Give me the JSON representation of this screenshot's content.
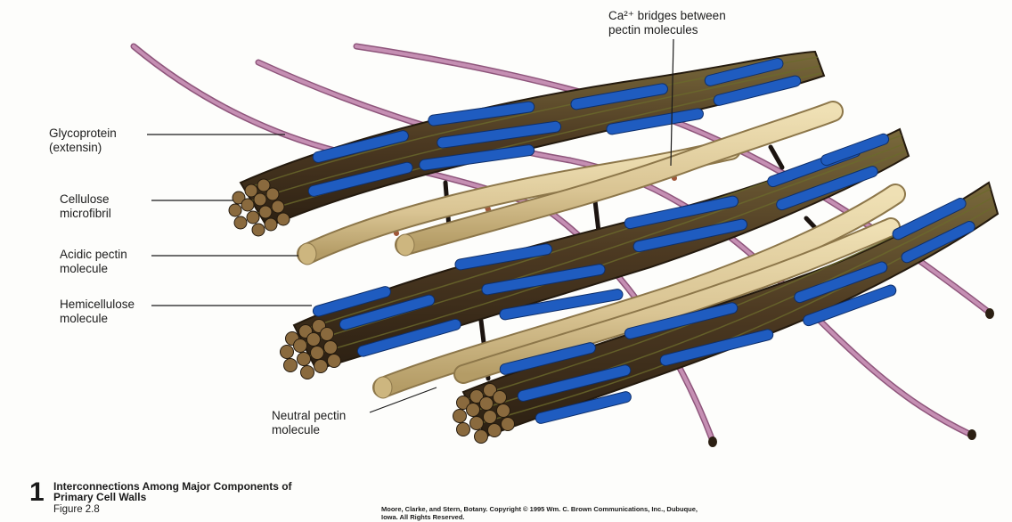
{
  "labels": {
    "glycoprotein": [
      "Glycoprotein",
      "(extensin)"
    ],
    "cellulose": [
      "Cellulose",
      "microfibril"
    ],
    "acidic_pectin": [
      "Acidic pectin",
      "molecule"
    ],
    "hemicellulose": [
      "Hemicellulose",
      "molecule"
    ],
    "neutral_pectin": [
      "Neutral pectin",
      "molecule"
    ],
    "ca_bridges": [
      "Ca²⁺ bridges between",
      "pectin molecules"
    ]
  },
  "footer": {
    "number": "1",
    "title_lines": [
      "Interconnections Among Major Components of",
      "Primary Cell Walls"
    ],
    "figure": "Figure 2.8",
    "credit_lines": [
      "Moore, Clarke, and Stern, Botany. Copyright © 1995 Wm. C. Brown Communications, Inc., Dubuque,",
      "Iowa. All Rights Reserved."
    ]
  },
  "colors": {
    "microfibril_brown": "#4d3a22",
    "microfibril_olive": "#6b6a2c",
    "hemicellulose_blue": "#1f5cc0",
    "pectin_tan": "#d9c493",
    "extensin_pink": "#b47aa0",
    "bridge_rust": "#a0583a"
  }
}
